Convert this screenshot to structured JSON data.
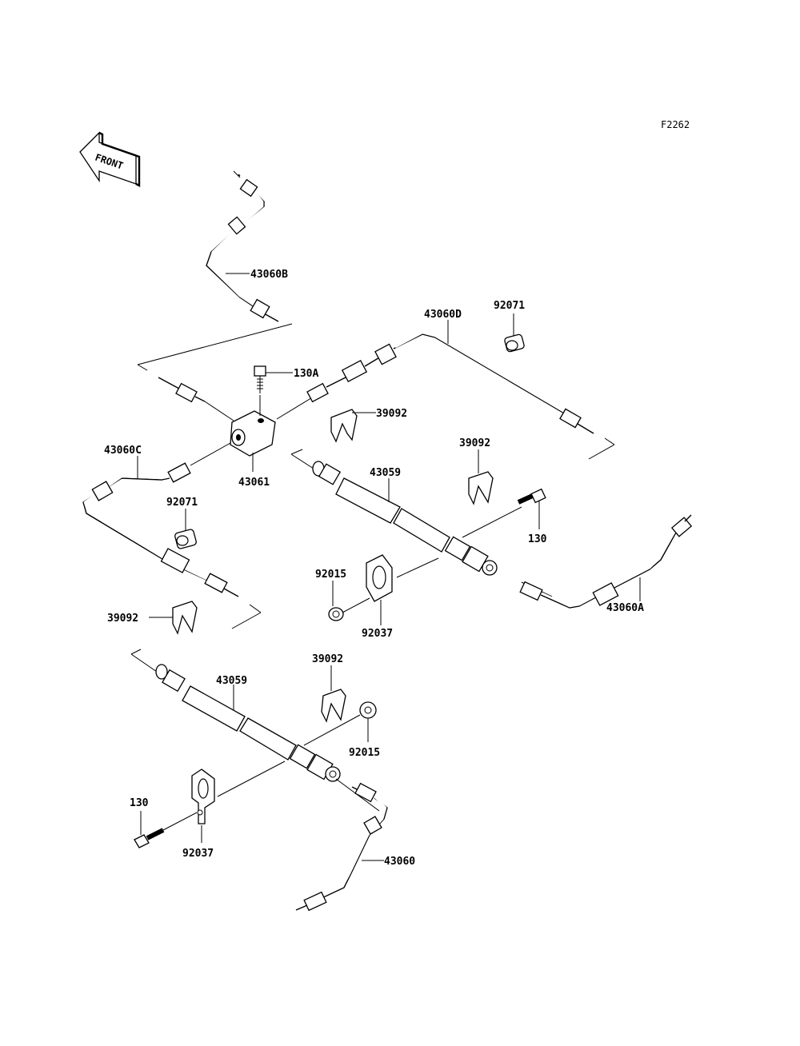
{
  "diagram": {
    "ref_code": "F2262",
    "front_label": "FRONT",
    "labels": {
      "p43060B": "43060B",
      "p43060D": "43060D",
      "p92071_top": "92071",
      "p130A": "130A",
      "p39092_a": "39092",
      "p43061": "43061",
      "p43060C": "43060C",
      "p39092_b": "39092",
      "p43059_top": "43059",
      "p92071_left": "92071",
      "p130_right": "130",
      "p92015_mid": "92015",
      "p92037_mid": "92037",
      "p43060A": "43060A",
      "p39092_c": "39092",
      "p43059_bot": "43059",
      "p39092_d": "39092",
      "p92015_bot": "92015",
      "p130_left": "130",
      "p92037_bot": "92037",
      "p43060": "43060"
    }
  }
}
